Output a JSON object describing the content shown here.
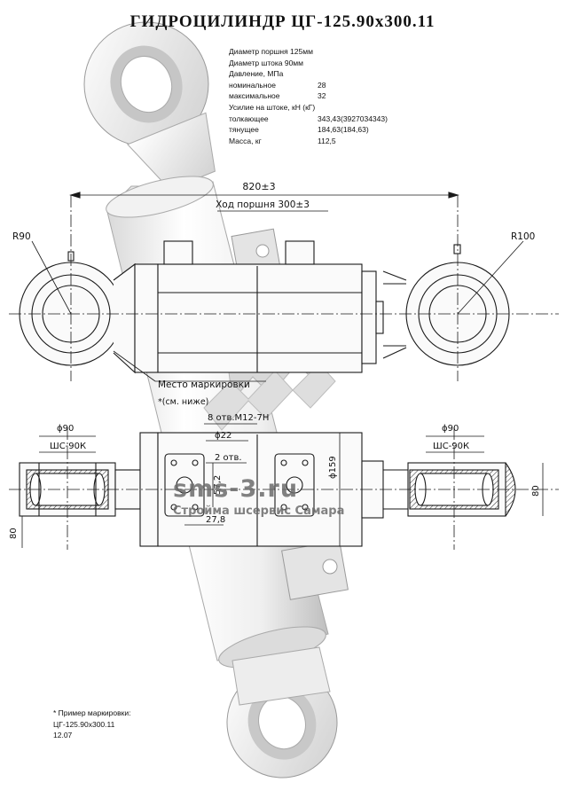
{
  "title": "ГИДРОЦИЛИНДР  ЦГ-125.90х300.11",
  "specs": [
    {
      "label": "Диаметр поршня 125мм",
      "value": ""
    },
    {
      "label": "Диаметр штока 90мм",
      "value": ""
    },
    {
      "label": "Давление, МПа",
      "value": ""
    },
    {
      "label": "номинальное",
      "value": "28"
    },
    {
      "label": "максимальное",
      "value": "32"
    },
    {
      "label": "Усилие на штоке, кН (кГ)",
      "value": ""
    },
    {
      "label": "толкающее",
      "value": "343,43(3927034343)"
    },
    {
      "label": "тянущее",
      "value": "184,63(184,63)"
    },
    {
      "label": "Масса, кг",
      "value": "112,5"
    }
  ],
  "dimensions": {
    "overall": "820±3",
    "stroke": "Ход поршня 300±3",
    "left_radius": "R90",
    "right_radius": "R100",
    "marking_place": "Место маркировки",
    "marking_note": "*(см. ниже)",
    "bolts": "8 отв.М12-7Н",
    "hole_dia": "ϕ22",
    "two_holes": "2 отв.",
    "spacing_v": "57,2",
    "spacing_h": "27,8",
    "body_dia": "ϕ159",
    "left_bore": "ϕ90",
    "left_bearing": "ШС-90К",
    "right_bore": "ϕ90",
    "right_bearing": "ШС-90К",
    "left_width": "80",
    "right_width": "80"
  },
  "watermark": {
    "domain": "sms-3.ru",
    "company": "Стройма шсервис Самара"
  },
  "example": {
    "heading": "* Пример маркировки:",
    "line1": "ЦГ-125.90х300.11",
    "line2": "12.07"
  },
  "colors": {
    "line": "#1a1a1a",
    "fill": "#f6f6f6",
    "shade": "#d4d4d4",
    "watermark": "#6b6b6b"
  }
}
